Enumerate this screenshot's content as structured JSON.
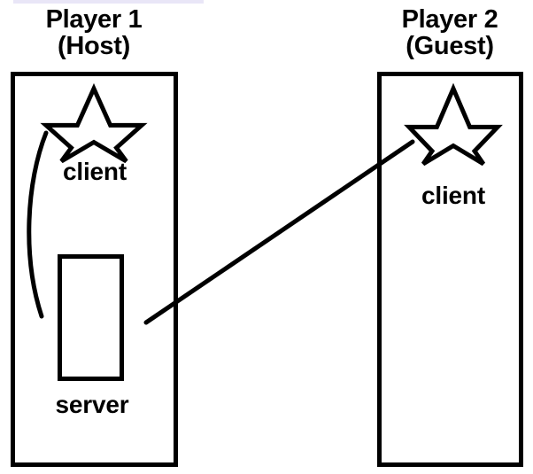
{
  "diagram": {
    "title_text": "",
    "stroke_color": "#000000",
    "background_color": "#ffffff",
    "accent_strip_color": "#e9e6f7",
    "panels": [
      {
        "id": "player1",
        "title_line1": "Player 1",
        "title_line2": "(Host)",
        "nodes": [
          {
            "id": "client1",
            "label": "client",
            "shape": "star"
          },
          {
            "id": "server",
            "label": "server",
            "shape": "rectangle"
          }
        ]
      },
      {
        "id": "player2",
        "title_line1": "Player 2",
        "title_line2": "(Guest)",
        "nodes": [
          {
            "id": "client2",
            "label": "client",
            "shape": "star"
          }
        ]
      }
    ],
    "connections": [
      {
        "id": "local-link",
        "from": "client1",
        "to": "server",
        "style": "curved-arc"
      },
      {
        "id": "remote-link",
        "from": "server",
        "to": "client2",
        "style": "straight-line"
      }
    ]
  }
}
